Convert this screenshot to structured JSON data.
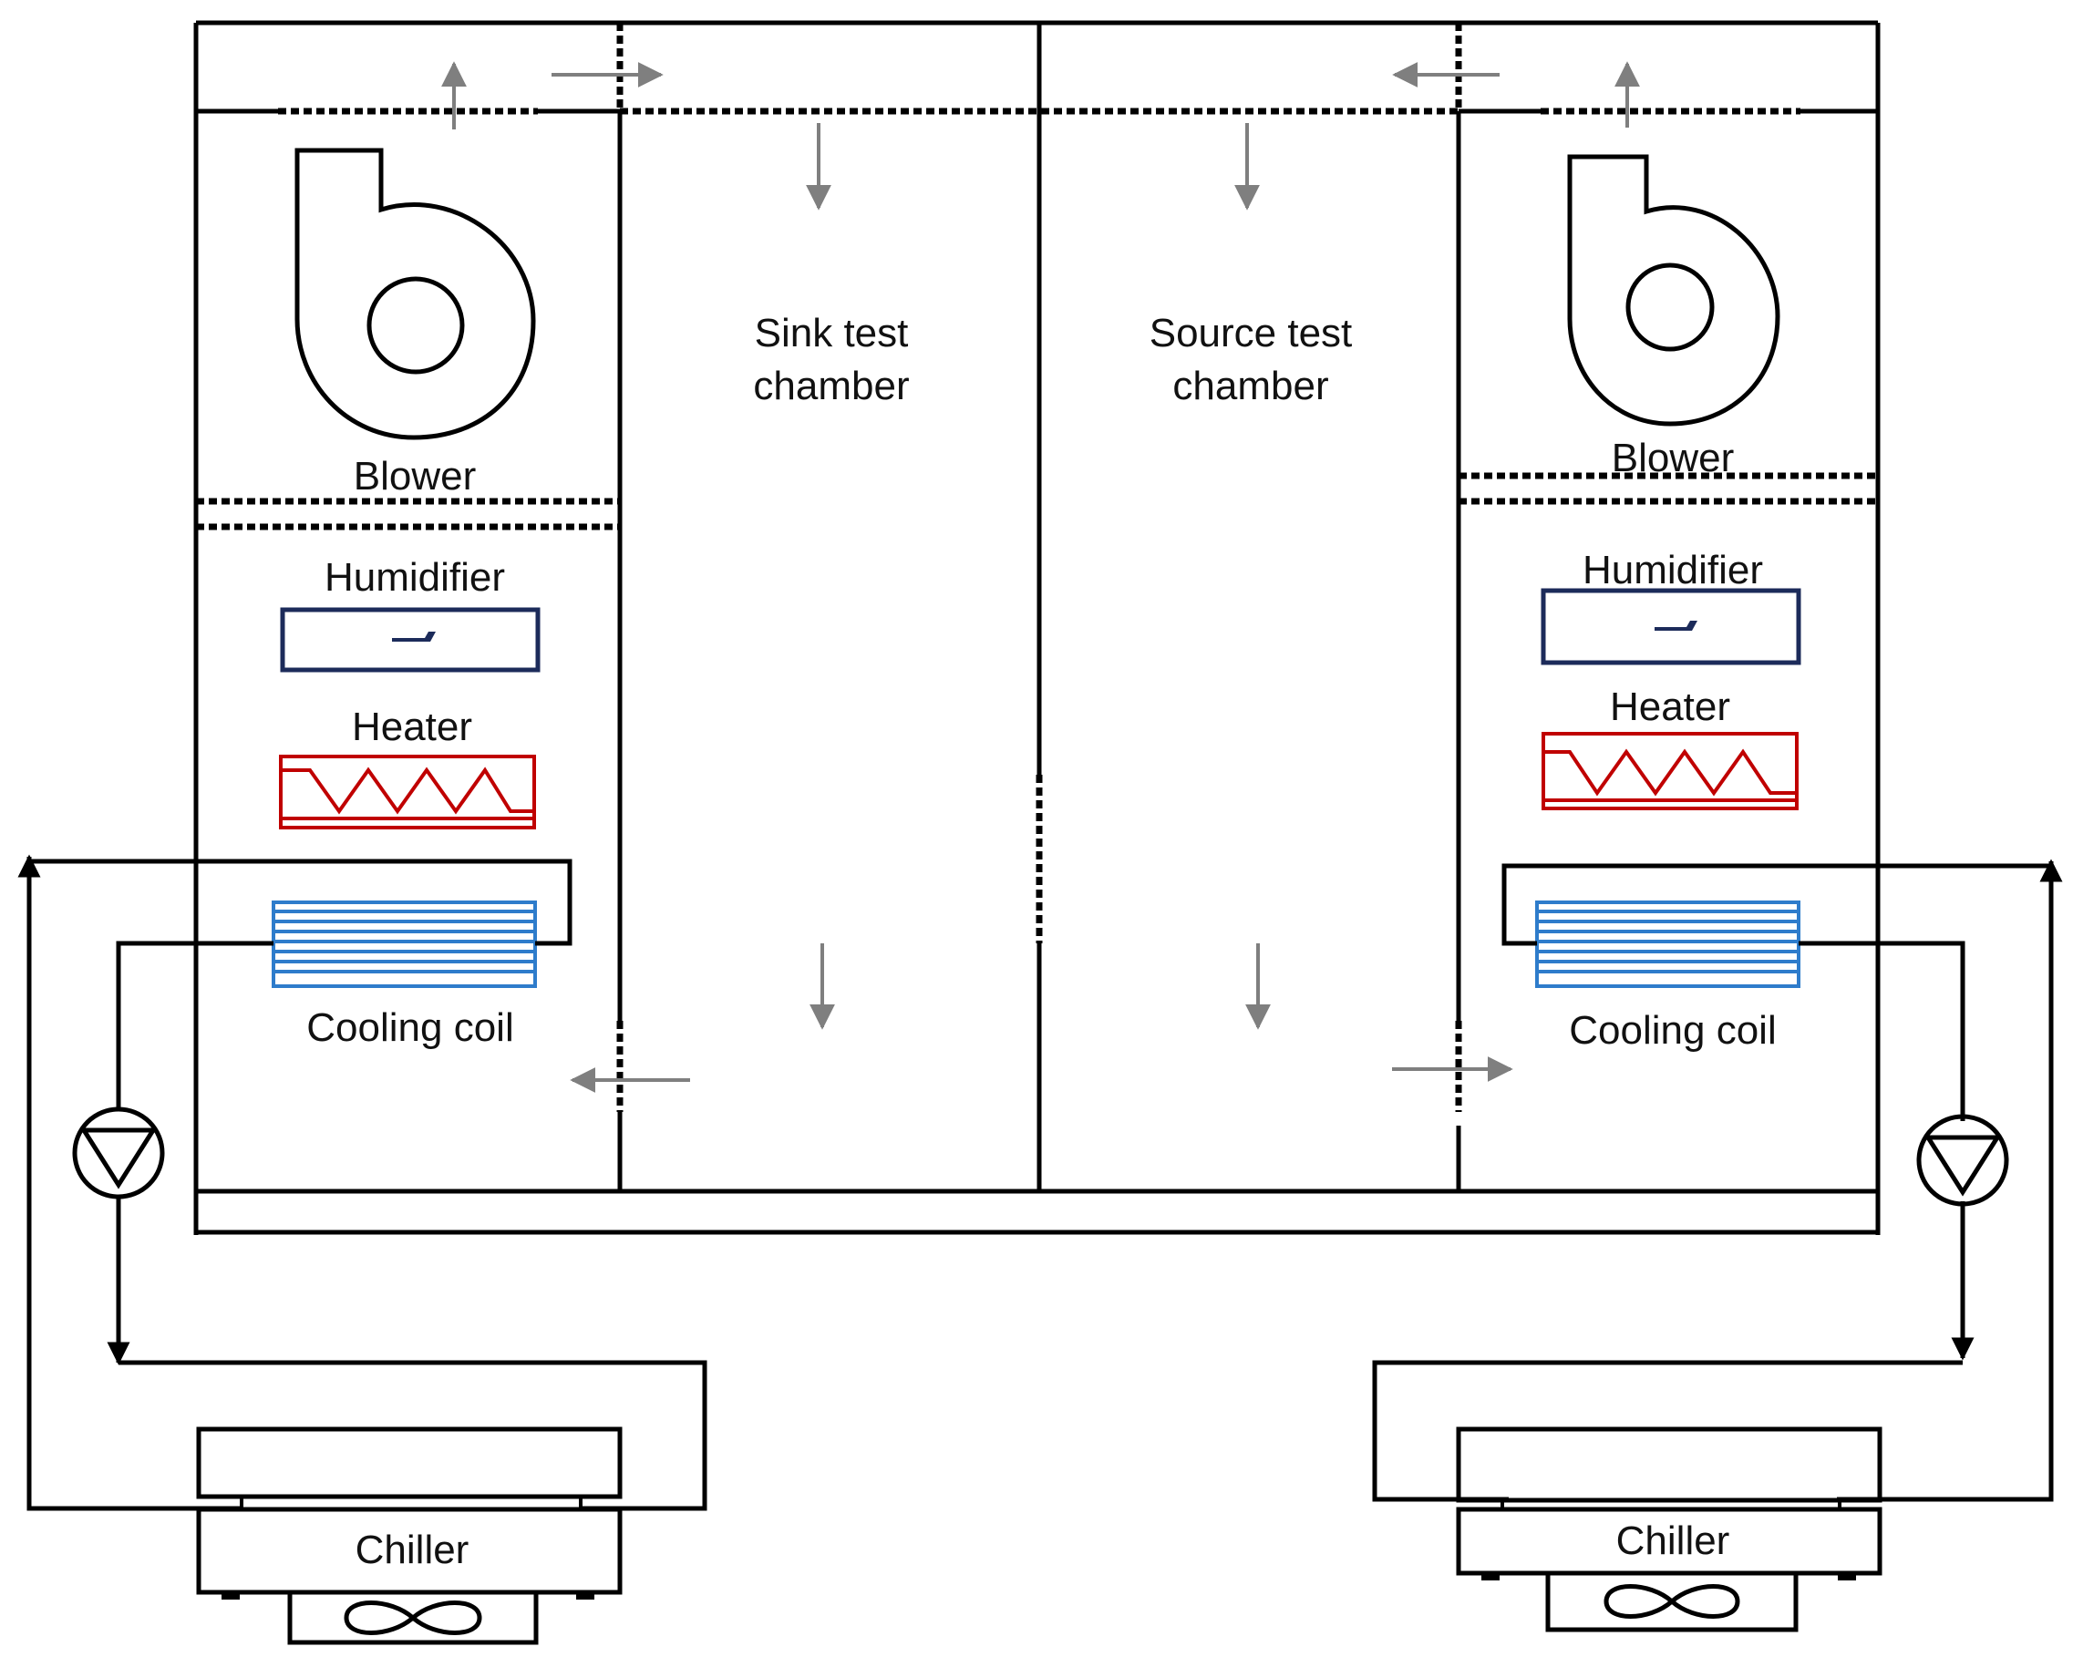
{
  "labels": {
    "blower_left": "Blower",
    "blower_right": "Blower",
    "humidifier_left": "Humidifier",
    "humidifier_right": "Humidifier",
    "heater_left": "Heater",
    "heater_right": "Heater",
    "cooling_coil_left": "Cooling coil",
    "cooling_coil_right": "Cooling coil",
    "sink_line1": "Sink test",
    "sink_line2": "chamber",
    "source_line1": "Source test",
    "source_line2": "chamber",
    "chiller_left": "Chiller",
    "chiller_right": "Chiller"
  },
  "colors": {
    "line": "#000000",
    "flow_arrow": "#7f7f7f",
    "humidifier": "#1c2b5a",
    "heater": "#c00000",
    "cooling_coil": "#2e7ccb"
  },
  "icons": [
    "blower-icon",
    "humidifier-icon",
    "heater-icon",
    "cooling-coil-icon",
    "pump-icon",
    "chiller-fan-icon"
  ]
}
